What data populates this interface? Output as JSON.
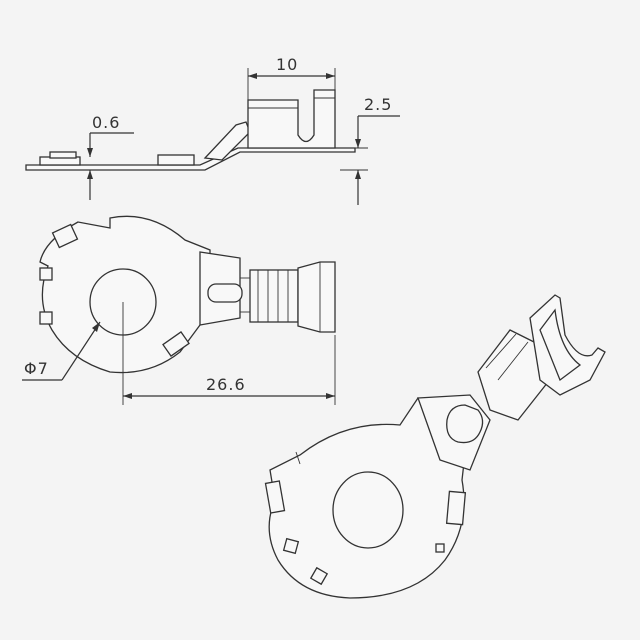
{
  "drawing": {
    "dimensions": {
      "width_top": "10",
      "height_right": "2.5",
      "thickness": "0.6",
      "hole_diameter": "Φ7",
      "overall_length": "26.6"
    },
    "colors": {
      "background": "#f4f4f4",
      "line": "#333333",
      "metal_light": "#f2f2f2",
      "metal_shade": "#bdbdbd"
    }
  }
}
